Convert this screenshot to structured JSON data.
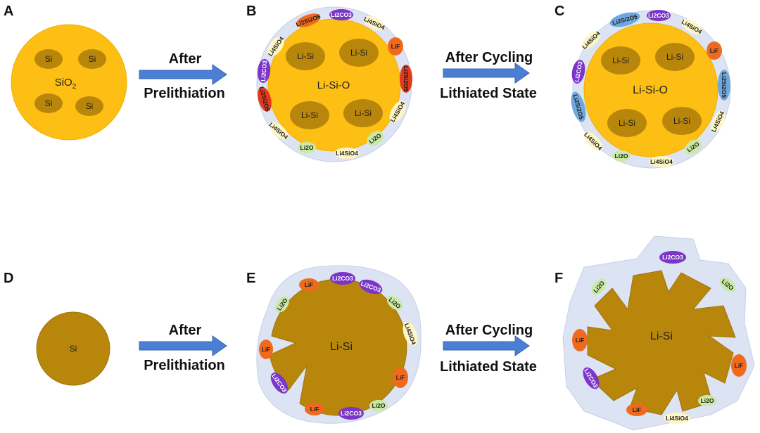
{
  "panels": [
    {
      "letter": "A",
      "core_label": "SiO",
      "core_sub": "2",
      "inclusion_label": "Si"
    },
    {
      "letter": "B",
      "core_label": "Li-Si-O",
      "inclusion_label": "Li-Si"
    },
    {
      "letter": "C",
      "core_label": "Li-Si-O",
      "inclusion_label": "Li-Si"
    },
    {
      "letter": "D",
      "core_label": "Si"
    },
    {
      "letter": "E",
      "core_label": "Li-Si"
    },
    {
      "letter": "F",
      "core_label": "Li-Si"
    }
  ],
  "arrows": [
    {
      "line1": "After",
      "line2": "Prelithiation"
    },
    {
      "line1": "After Cycling",
      "line2": "Lithiated State"
    },
    {
      "line1": "After",
      "line2": "Prelithiation"
    },
    {
      "line1": "After Cycling",
      "line2": "Lithiated State"
    }
  ],
  "sei_species": {
    "lithium_carbonate": "Li2CO3",
    "lithium_fluoride": "LiF",
    "lithium_oxide": "Li2O",
    "lithium_orthosilicate": "Li4SiO4",
    "lithium_disilicate": "Li2Si2O5"
  },
  "colors": {
    "sio2_core": "#FDBF14",
    "si_particle": "#B8860B",
    "sei_shell": "#DCE3F2",
    "li2co3": "#7B35C8",
    "lif": "#F06A1E",
    "li2o": "#C9E9A4",
    "li4sio4": "#FFF6C6",
    "li2si2o5": "#6FA8DC"
  }
}
